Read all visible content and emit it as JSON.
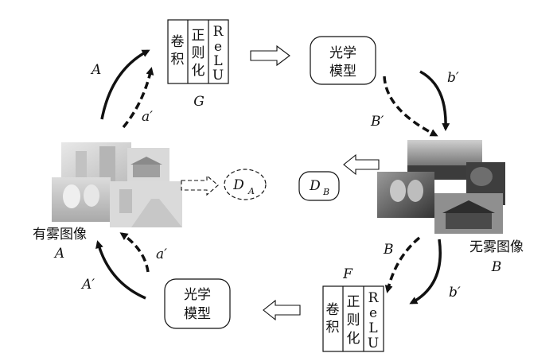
{
  "network_blocks": {
    "col1": [
      "卷",
      "积"
    ],
    "col2": [
      "正",
      "则",
      "化"
    ],
    "col3": [
      "R",
      "e",
      "L",
      "U"
    ]
  },
  "labels": {
    "generator_top": "G",
    "generator_bottom": "F",
    "optical_model_line1": "光学",
    "optical_model_line2": "模型",
    "discriminator_a_main": "D",
    "discriminator_a_sub": "A",
    "discriminator_b_main": "D",
    "discriminator_b_sub": "B",
    "hazy_images": "有雾图像",
    "hazy_set": "A",
    "clear_images": "无雾图像",
    "clear_set": "B"
  },
  "arrow_labels": {
    "top_left_solid": "A",
    "top_left_dashed": "a′",
    "top_right_solid": "b′",
    "top_right_dashed": "B′",
    "bottom_left_solid": "A′",
    "bottom_left_dashed": "a′",
    "bottom_right_dashed": "B",
    "bottom_right_solid": "b′"
  },
  "colors": {
    "stroke": "#111111",
    "photo_light": "#d2d2d2",
    "photo_dark": "#5a5a5a"
  }
}
